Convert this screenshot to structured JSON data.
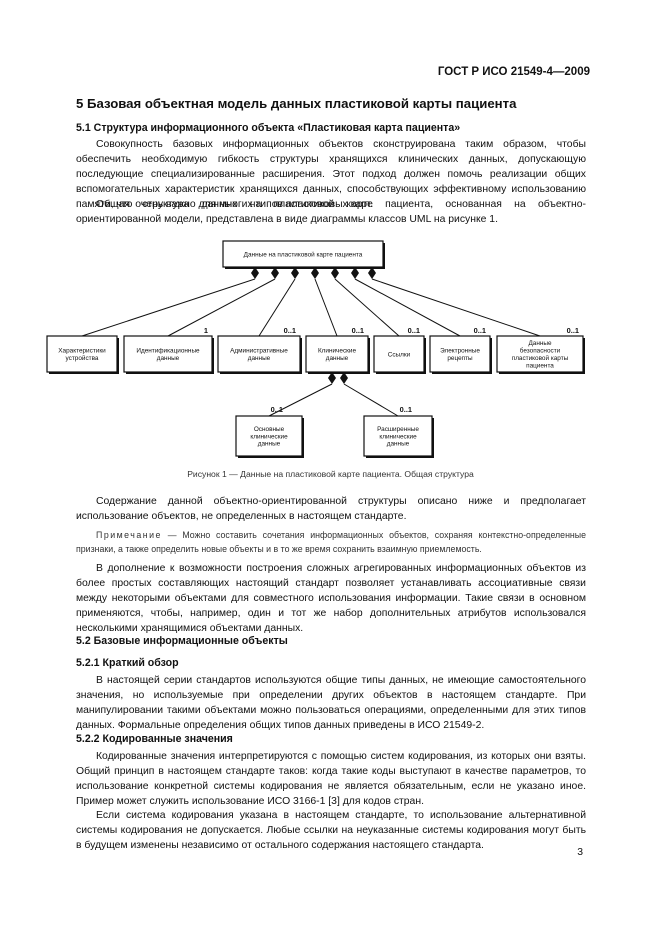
{
  "header": {
    "doc_id": "ГОСТ Р ИСО 21549-4—2009"
  },
  "section5": {
    "title": "5  Базовая объектная модель данных пластиковой карты пациента"
  },
  "section51": {
    "title": "5.1  Структура информационного объекта «Пластиковая карта пациента»",
    "p1": "Совокупность базовых информационных объектов сконструирована таким образом, чтобы обеспечить необходимую гибкость структуры хранящихся клинических данных, допускающую последующие специализированные расширения. Этот подход должен помочь реализации общих вспомогательных характеристик хранящихся данных, способствующих эффективному использованию памяти, что очень важно для многих типов пластиковых карт.",
    "p2": "Общая структура данных на пластиковой карте пациента, основанная на объектно-ориентированной модели, представлена в виде диаграммы классов UML на рисунке 1."
  },
  "diagram": {
    "root": [
      "Данные на пластиковой карте пациента"
    ],
    "children": [
      {
        "lines": [
          "Характеристики",
          "устройства"
        ],
        "mult": ""
      },
      {
        "lines": [
          "Идентификационные",
          "данные"
        ],
        "mult": "1"
      },
      {
        "lines": [
          "Административные",
          "данные"
        ],
        "mult": "0..1"
      },
      {
        "lines": [
          "Клинические",
          "данные"
        ],
        "mult": "0..1"
      },
      {
        "lines": [
          "Ссылки"
        ],
        "mult": "0..1"
      },
      {
        "lines": [
          "Электронные",
          "рецепты"
        ],
        "mult": "0..1"
      },
      {
        "lines": [
          "Данные",
          "безопасности",
          "пластиковой карты",
          "пациента"
        ],
        "mult": "0..1"
      }
    ],
    "grandchildren": [
      {
        "lines": [
          "Основные",
          "клинические",
          "данные"
        ],
        "mult": "0..1"
      },
      {
        "lines": [
          "Расширенные",
          "клинические",
          "данные"
        ],
        "mult": "0..1"
      }
    ]
  },
  "figure": {
    "caption": "Рисунок 1 — Данные на пластиковой карте пациента. Общая структура"
  },
  "after_figure": {
    "p1": "Содержание данной объектно-ориентированной структуры описано ниже и предполагает использование объектов, не определенных в настоящем стандарте.",
    "note_label": "Примечание",
    "note_text": " — Можно составить сочетания информационных объектов, сохраняя контекстно-определенные признаки, а также определить новые объекты и в то же время сохранить взаимную приемлемость.",
    "p2": "В дополнение к возможности построения сложных агрегированных информационных объектов из более простых составляющих настоящий стандарт позволяет устанавливать ассоциативные связи между некоторыми объектами для совместного использования информации. Такие связи в основном применяются, чтобы, например, один и тот же набор дополнительных атрибутов использовался несколькими хранящимися объектами данных."
  },
  "section52": {
    "title": "5.2  Базовые информационные объекты"
  },
  "section521": {
    "title": "5.2.1  Краткий обзор",
    "p1": "В настоящей серии стандартов используются общие типы данных, не имеющие самостоятельного значения, но используемые при определении других объектов в настоящем стандарте. При манипулировании такими объектами можно пользоваться операциями, определенными для этих типов данных. Формальные определения общих типов данных приведены в ИСО 21549-2."
  },
  "section522": {
    "title": "5.2.2  Кодированные значения",
    "p1": "Кодированные значения интерпретируются с помощью систем кодирования, из которых они взяты. Общий принцип в настоящем стандарте таков: когда такие коды выступают в качестве параметров, то использование конкретной системы кодирования не является обязательным, если не указано иное. Пример может служить использование ИСО 3166-1 [3] для кодов стран.",
    "p2": "Если система кодирования указана в настоящем стандарте, то использование альтернативной системы кодирования не допускается. Любые ссылки на неуказанные системы кодирования могут быть в будущем изменены независимо от остального содержания настоящего стандарта."
  },
  "footer": {
    "page_number": "3"
  }
}
